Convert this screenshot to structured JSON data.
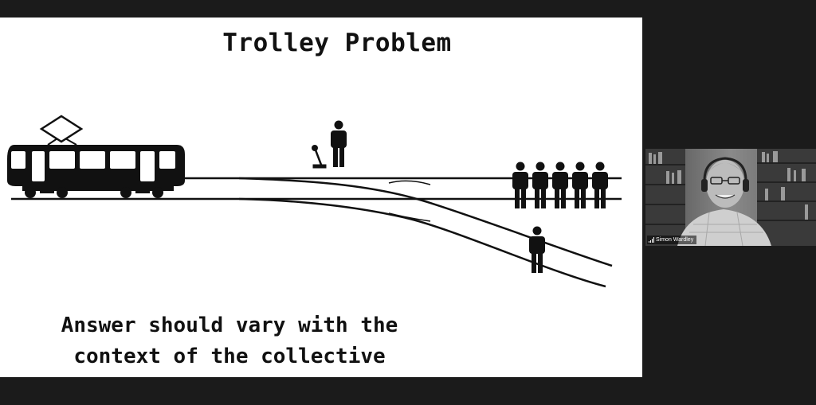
{
  "slide": {
    "title": "Trolley Problem",
    "caption_line1": "Answer should vary with the",
    "caption_line2": "context of the collective"
  },
  "participant": {
    "name": "Simon Wardley",
    "signal_icon": "signal-bars-icon"
  },
  "colors": {
    "background": "#1b1b1b",
    "slide": "#ffffff",
    "ink": "#111111"
  }
}
